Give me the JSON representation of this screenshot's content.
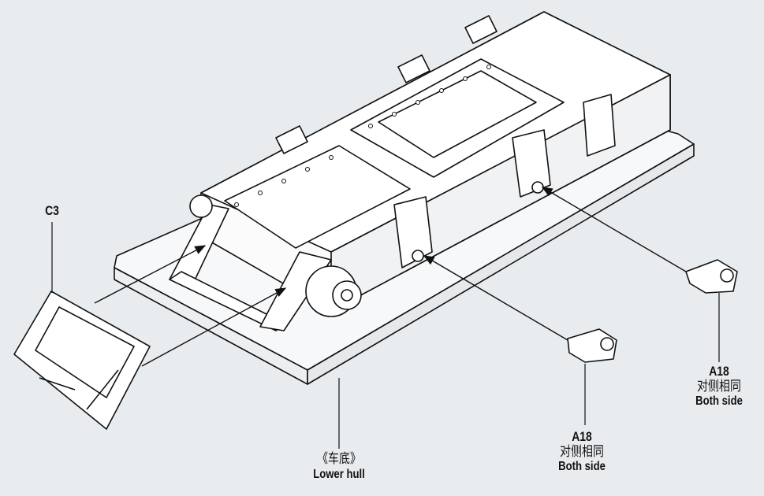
{
  "labels": {
    "part_c3": "C3",
    "a18_right": {
      "part": "A18",
      "chinese": "对侧相同",
      "english": "Both side"
    },
    "a18_center": {
      "part": "A18",
      "chinese": "对侧相同",
      "english": "Both side"
    },
    "lower_hull": {
      "chinese": "《车底》",
      "english": "Lower hull"
    }
  }
}
